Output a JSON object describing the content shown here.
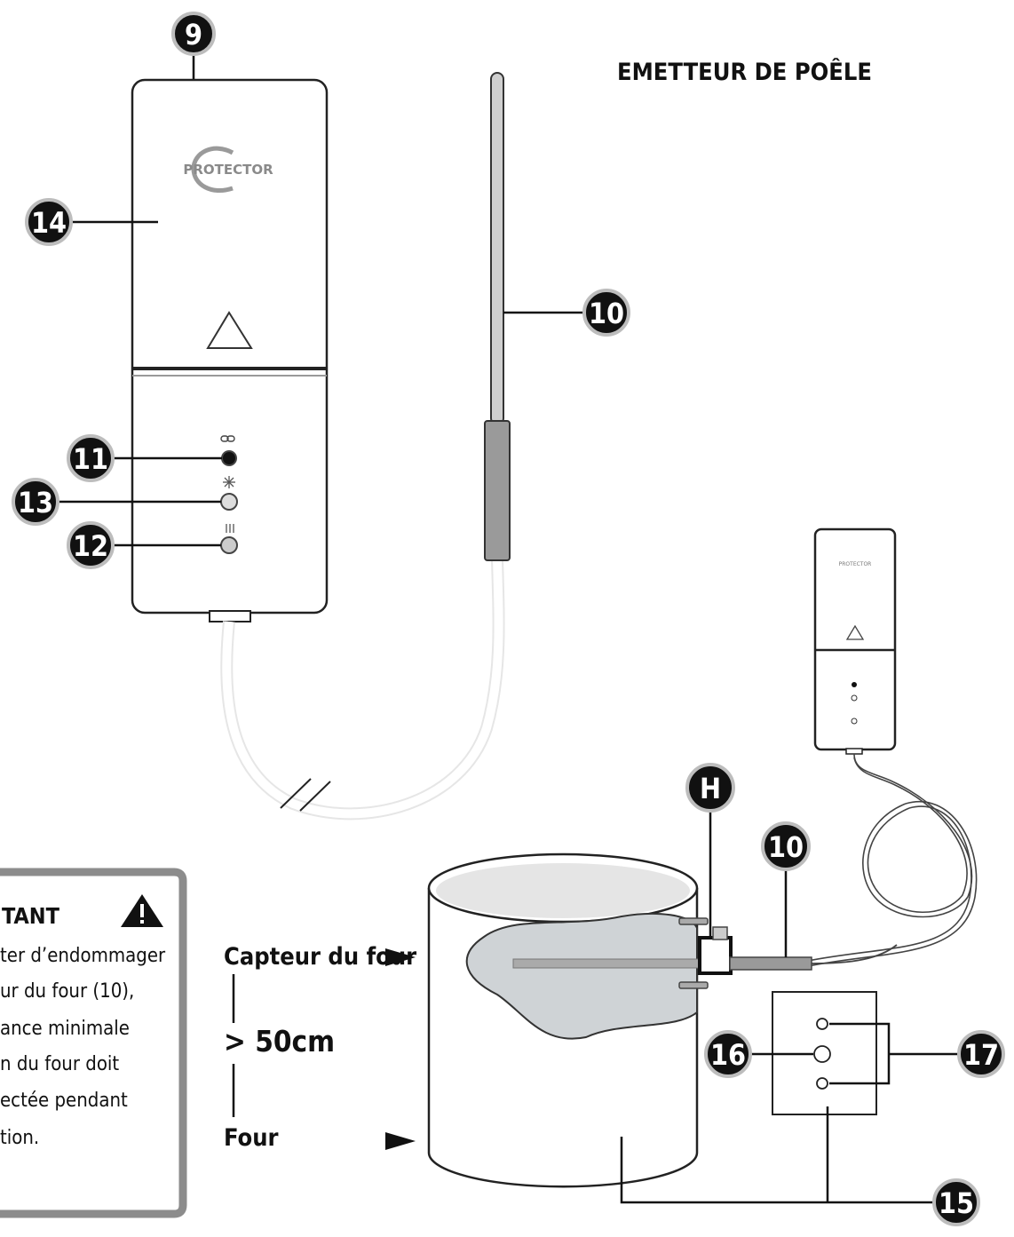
{
  "title": "EMETTEUR DE POÊLE",
  "brand_logo": "PROTECTOR",
  "callouts": {
    "c9": "9",
    "c10a": "10",
    "c10b": "10",
    "c11": "11",
    "c12": "12",
    "c13": "13",
    "c14": "14",
    "c15": "15",
    "c16": "16",
    "c17": "17",
    "cH": "H"
  },
  "labels": {
    "sensor": "Capteur du four",
    "distance": "> 50cm",
    "oven": "Four"
  },
  "warning": {
    "heading": "TANT",
    "lines": [
      "ter d’endommager",
      "ur du four (10),",
      "ance minimale",
      "n du four doit",
      "ectée pendant",
      "tion."
    ]
  },
  "icons": {
    "warning": "warning-triangle-icon",
    "led_link": "link-icon",
    "led_snow": "snowflake-icon",
    "led_temp": "thermometer-icon"
  }
}
